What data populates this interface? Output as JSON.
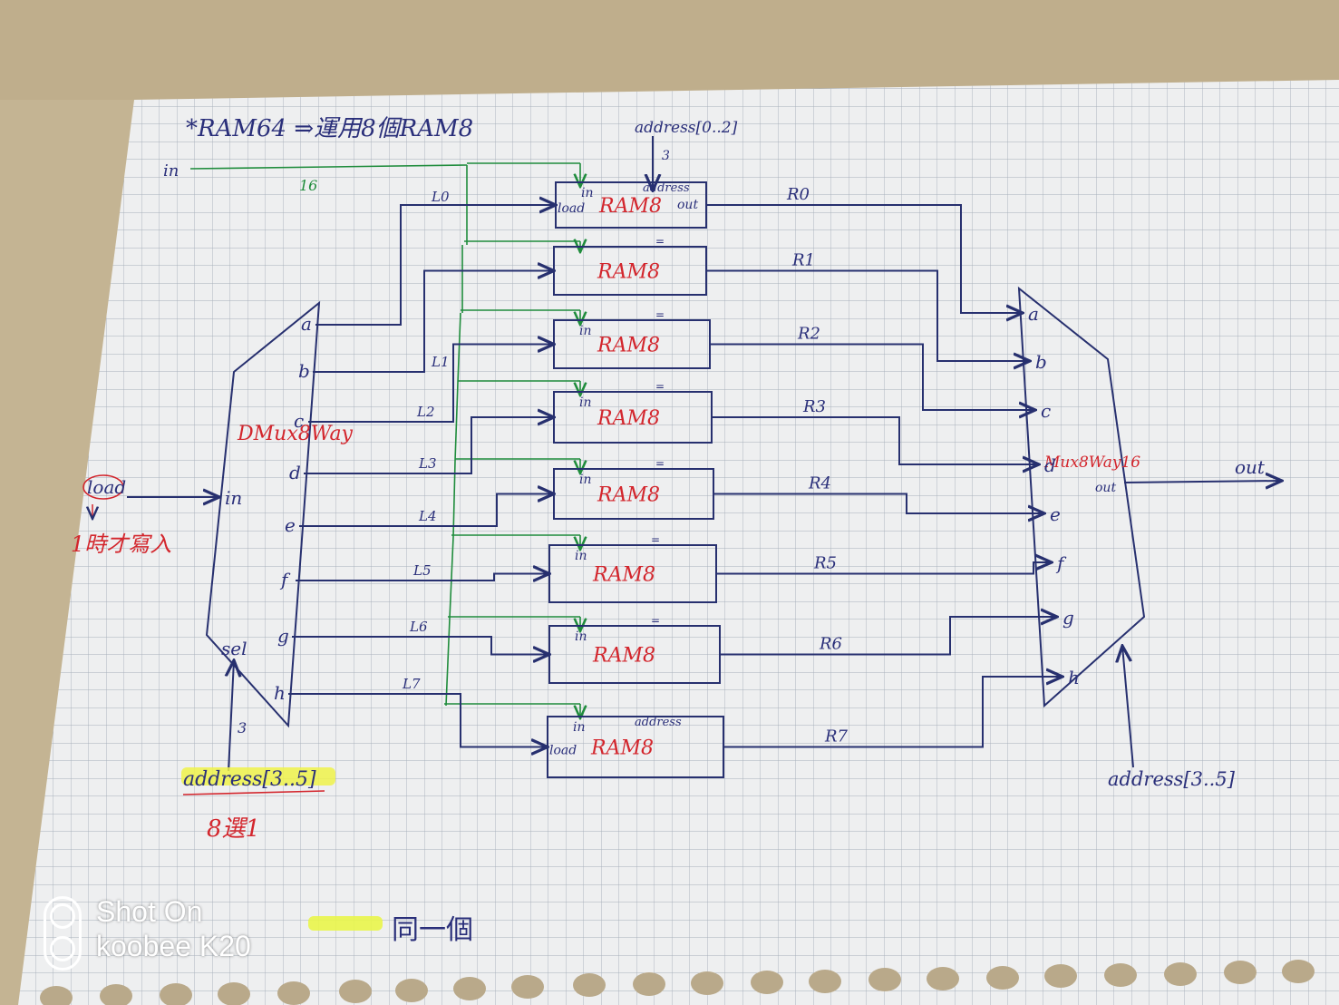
{
  "title": "*RAM64 ⇒運用8個RAM8",
  "address_top": "address[0..2]",
  "address_top_width": "3",
  "in_label": "in",
  "in_width": "16",
  "dmux": {
    "name": "DMux8Way",
    "in_label": "in",
    "sel_label": "sel",
    "outputs": [
      "a",
      "b",
      "c",
      "d",
      "e",
      "f",
      "g",
      "h"
    ]
  },
  "load": {
    "label": "load",
    "note": "1時才寫入"
  },
  "address_left": "address[3..5]",
  "address_left_width": "3",
  "address_left_note": "8選1",
  "load_lines": [
    "L0",
    "L1",
    "L2",
    "L3",
    "L4",
    "L5",
    "L6",
    "L7"
  ],
  "rams": [
    {
      "name": "RAM8",
      "pins": [
        "in",
        "address",
        "load",
        "out"
      ]
    },
    {
      "name": "RAM8",
      "pins": [
        "="
      ]
    },
    {
      "name": "RAM8",
      "pins": [
        "=",
        "in"
      ]
    },
    {
      "name": "RAM8",
      "pins": [
        "=",
        "in"
      ]
    },
    {
      "name": "RAM8",
      "pins": [
        "=",
        "in"
      ]
    },
    {
      "name": "RAM8",
      "pins": [
        "=",
        "in"
      ]
    },
    {
      "name": "RAM8",
      "pins": [
        "=",
        "in"
      ]
    },
    {
      "name": "RAM8",
      "pins": [
        "in",
        "address",
        "load"
      ]
    }
  ],
  "ram_outputs": [
    "R0",
    "R1",
    "R2",
    "R3",
    "R4",
    "R5",
    "R6",
    "R7"
  ],
  "mux": {
    "name": "Mux8Way16",
    "inputs": [
      "a",
      "b",
      "c",
      "d",
      "e",
      "f",
      "g",
      "h"
    ],
    "out_label": "out"
  },
  "out_label": "out",
  "address_right": "address[3..5]",
  "legend": {
    "text": "同一個"
  },
  "watermark": {
    "line1": "Shot On",
    "line2": "koobee K20"
  }
}
